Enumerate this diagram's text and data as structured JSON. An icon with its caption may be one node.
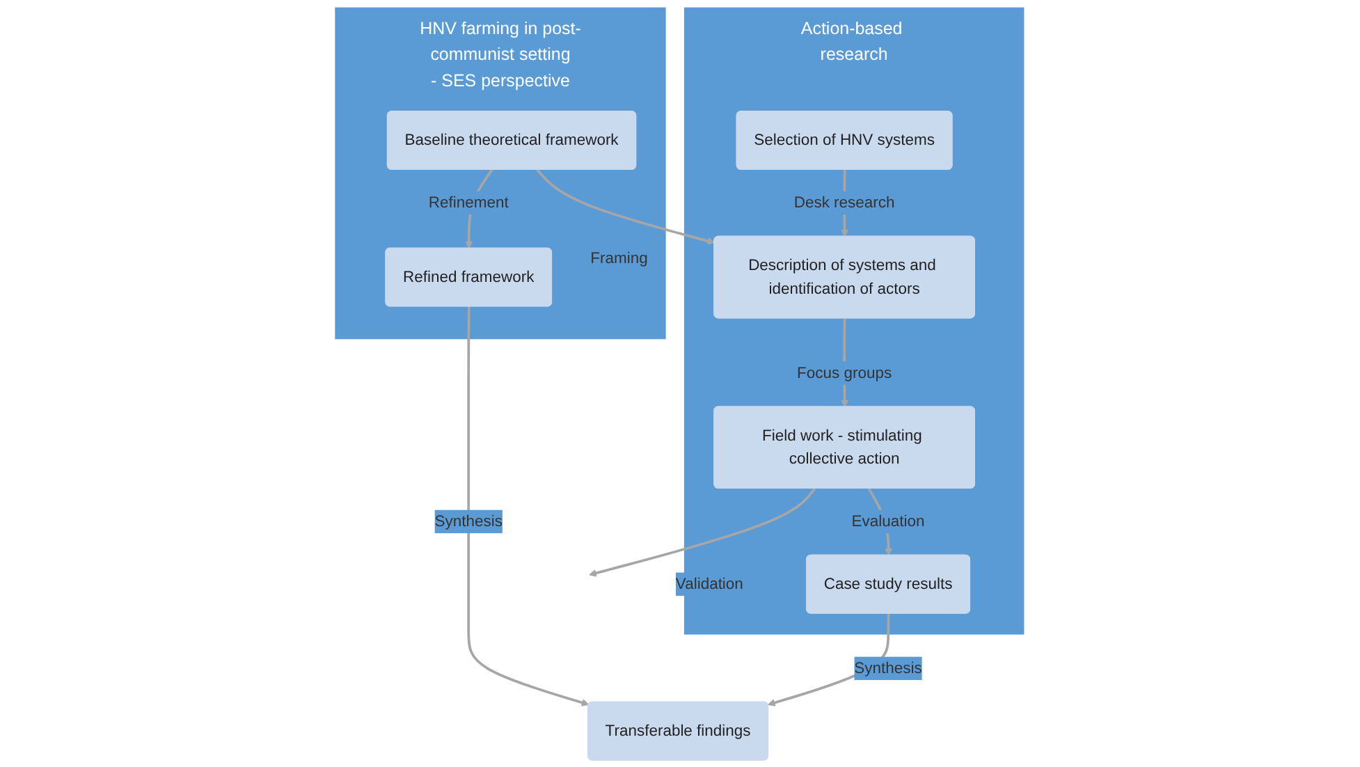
{
  "diagram": {
    "nodes": [
      {
        "text": [
          "HNV farming in post-communist setting - SES perspective"
        ]
      },
      {
        "text": [
          "Action-based research"
        ]
      },
      {
        "text": [
          "Baseline theoretical framework"
        ],
        "in": 0
      },
      {
        "text": [
          "Refined framework"
        ],
        "in": 0
      },
      {
        "text": [
          "Selection of HNV systems"
        ],
        "in": 1
      },
      {
        "text": [
          "Description of systems and identification of actors"
        ],
        "in": 1
      },
      {
        "text": [
          "Field work - stimulating collective action"
        ],
        "in": 1
      },
      {
        "text": [
          "Case study results"
        ],
        "in": 1
      },
      {
        "text": [
          "Transferable findings"
        ]
      }
    ],
    "edges": [
      {
        "from": 2,
        "to": 5,
        "arrow": "to",
        "label": "Framing"
      },
      {
        "from": 4,
        "to": 5,
        "arrow": "to",
        "label": "Desk research"
      },
      {
        "from": 5,
        "to": 6,
        "arrow": "to",
        "label": "Focus groups"
      },
      {
        "from": 6,
        "to": null,
        "arrow": "to",
        "label": "Validation"
      },
      {
        "from": 2,
        "to": 3,
        "arrow": "to",
        "label": "Refinement"
      },
      {
        "from": 6,
        "to": 7,
        "arrow": "to",
        "label": "Evaluation"
      },
      {
        "from": 3,
        "to": 8,
        "arrow": "to",
        "label": "Synthesis"
      },
      {
        "from": 7,
        "to": 8,
        "arrow": "to",
        "label": "Synthesis"
      }
    ]
  }
}
